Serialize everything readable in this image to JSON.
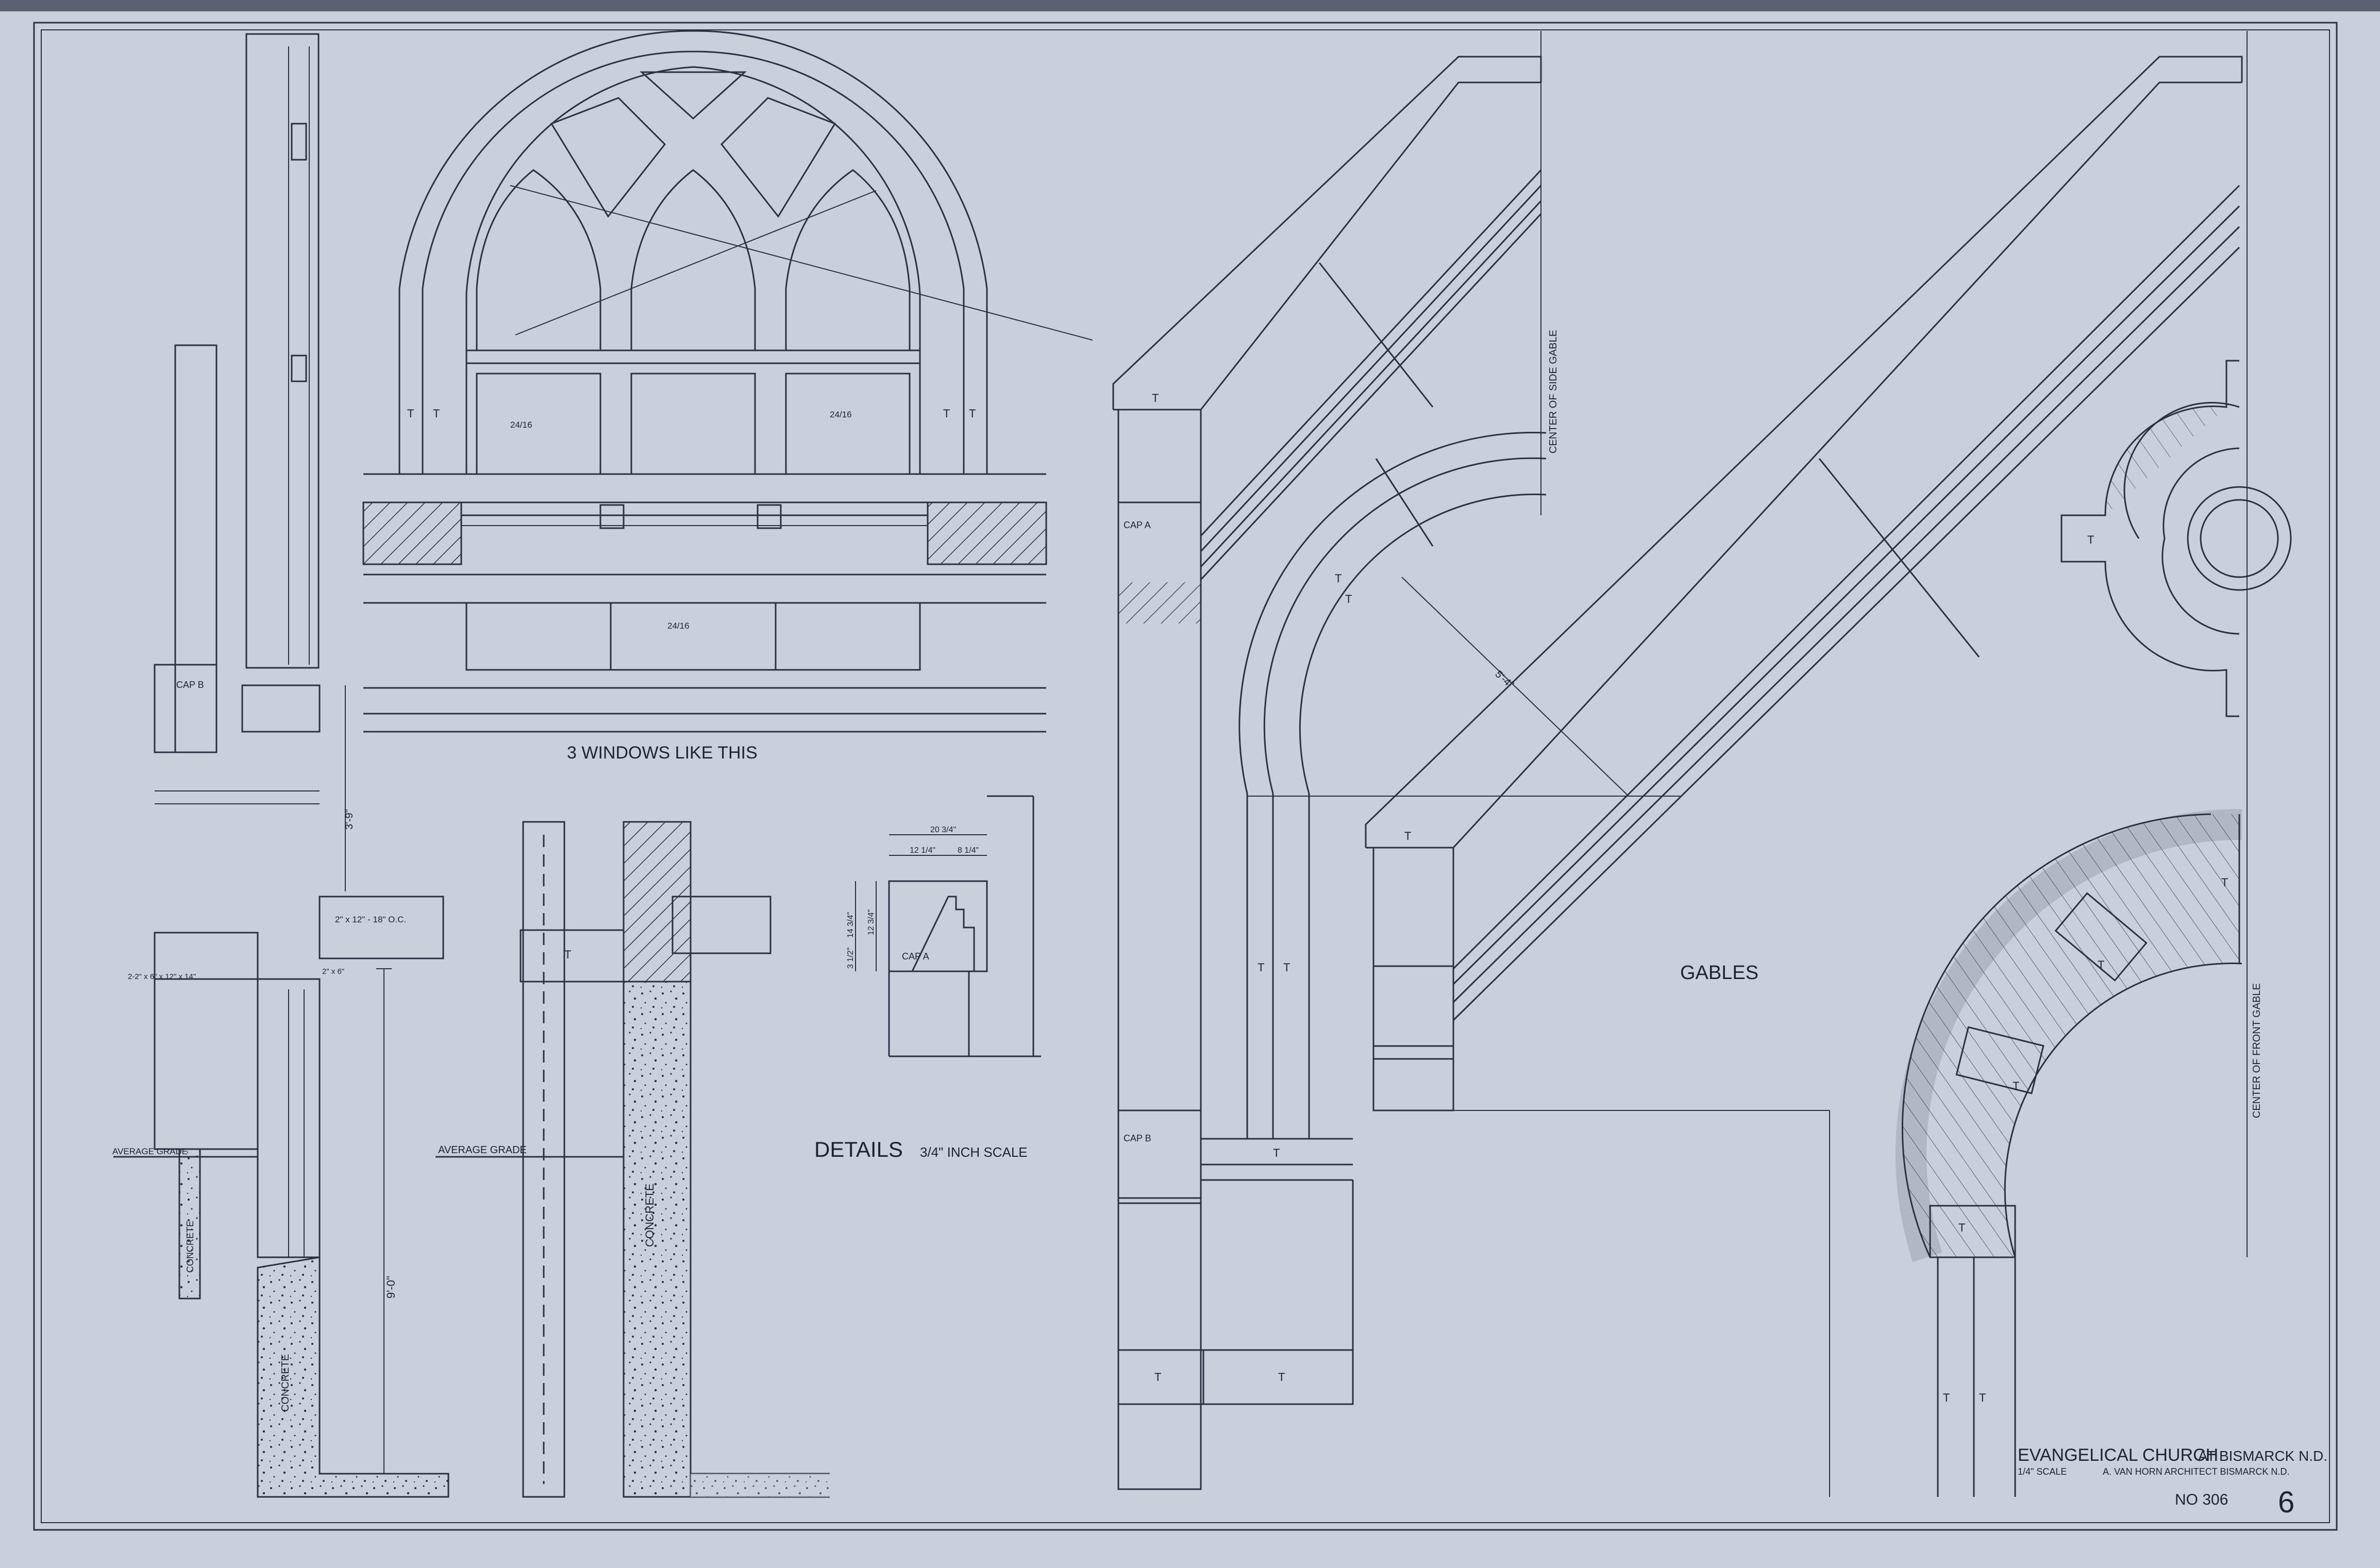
{
  "sheet": {
    "colors": {
      "paper": "#c9cfdb",
      "ink": "#232b3a",
      "border": "#3a4252"
    }
  },
  "labels": {
    "windows_caption": "3 WINDOWS LIKE THIS",
    "details_title": "DETAILS",
    "details_scale": "3/4\" INCH SCALE",
    "gables": "GABLES",
    "center_side_gable": "CENTER OF SIDE GABLE",
    "center_front_gable": "CENTER OF FRONT GABLE",
    "cap_a": "CAP A",
    "cap_b": "CAP B",
    "average_grade": "AVERAGE GRADE",
    "concrete": "CONCRETE",
    "t": "T",
    "dim_9_0": "9'-0\"",
    "dim_3_9": "3'-9\"",
    "dim_joists": "2\" x 12\" - 18\" O.C.",
    "dim_plate": "2-2\" x 6\" x 12\" x 14\"",
    "dim_2x6": "2\" x 6\"",
    "dim_5_4": "5'-4\"",
    "dim_20_3_4": "20 3/4\"",
    "dim_12_1_4": "12 1/4\"",
    "dim_8_1_4": "8 1/4\"",
    "dim_14_3_4": "14 3/4\"",
    "dim_12_3_4": "12 3/4\"",
    "dim_3_1_2": "3 1/2\"",
    "glass_24_16": "24/16"
  },
  "title_block": {
    "project": "EVANGELICAL CHURCH",
    "location": "AT BISMARCK N.D.",
    "scale": "1/4\" SCALE",
    "architect": "A. VAN HORN ARCHITECT BISMARCK N.D.",
    "number": "NO 306",
    "sheet_number": "6"
  }
}
